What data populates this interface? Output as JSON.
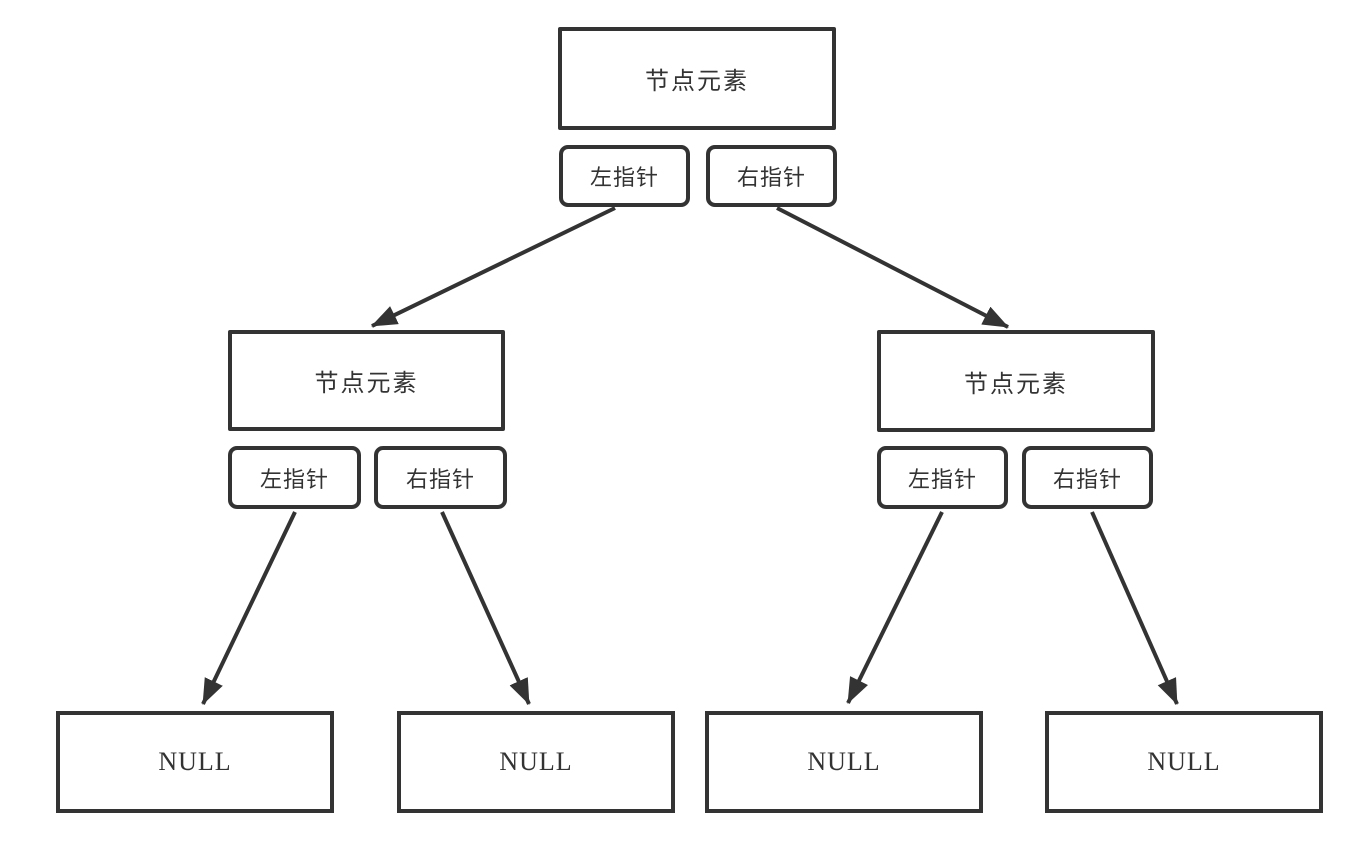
{
  "diagram": {
    "description_labels": {
      "node_label": "节点元素",
      "left_pointer_label": "左指针",
      "right_pointer_label": "右指针"
    },
    "nodes": {
      "root": {
        "label": "节点元素",
        "left_pointer": "左指针",
        "right_pointer": "右指针"
      },
      "left_child": {
        "label": "节点元素",
        "left_pointer": "左指针",
        "right_pointer": "右指针"
      },
      "right_child": {
        "label": "节点元素",
        "left_pointer": "左指针",
        "right_pointer": "右指针"
      }
    },
    "leaves": [
      {
        "label": "NULL"
      },
      {
        "label": "NULL"
      },
      {
        "label": "NULL"
      },
      {
        "label": "NULL"
      }
    ],
    "colors": {
      "stroke": "#333333",
      "text": "#333333",
      "background": "#ffffff"
    }
  }
}
